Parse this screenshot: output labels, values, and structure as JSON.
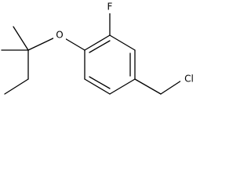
{
  "structure": {
    "atoms": {
      "fluorine": "F",
      "oxygen": "O",
      "chlorine": "Cl"
    }
  },
  "colors": {
    "bond": "#000000",
    "background": "#ffffff"
  }
}
